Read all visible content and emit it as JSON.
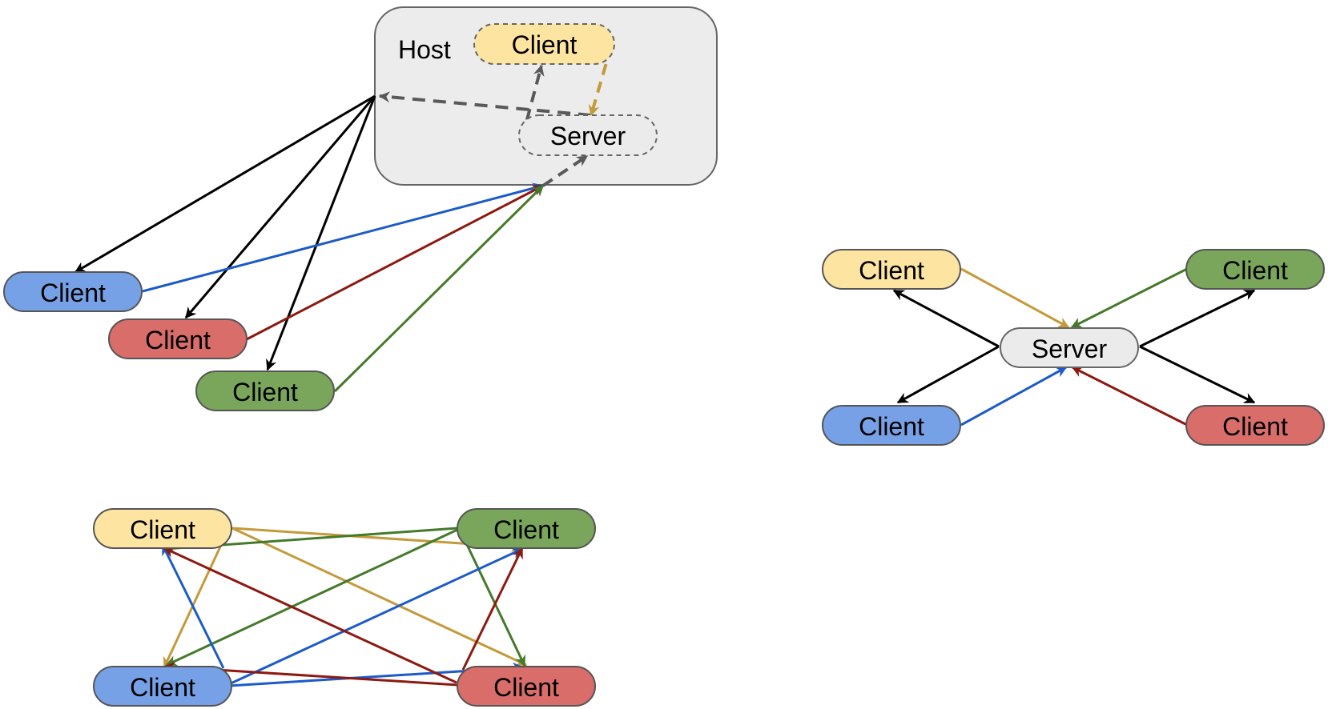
{
  "labels": {
    "host": "Host",
    "client": "Client",
    "server": "Server"
  },
  "colors": {
    "yellow": "#fde4a0",
    "blue": "#77a1e6",
    "red": "#d86d6a",
    "green": "#79a65a",
    "server_fill": "#ebebeb",
    "host_fill": "#ececec",
    "yellow_edge": "#c49a3a",
    "blue_edge": "#1c5bc8",
    "red_edge": "#8c1a12",
    "green_edge": "#457a2b",
    "black_edge": "#000000",
    "gray_edge": "#595959"
  },
  "diagrams": [
    {
      "name": "listen-server",
      "host_label": "Host",
      "nodes": [
        {
          "id": "host-client",
          "label": "Client",
          "color": "yellow",
          "dashed": true
        },
        {
          "id": "host-server",
          "label": "Server",
          "color": "server_fill",
          "dashed": true
        },
        {
          "id": "client-blue",
          "label": "Client",
          "color": "blue"
        },
        {
          "id": "client-red",
          "label": "Client",
          "color": "red"
        },
        {
          "id": "client-green",
          "label": "Client",
          "color": "green"
        }
      ]
    },
    {
      "name": "dedicated-server",
      "nodes": [
        {
          "id": "client-yellow",
          "label": "Client",
          "color": "yellow"
        },
        {
          "id": "client-green",
          "label": "Client",
          "color": "green"
        },
        {
          "id": "server",
          "label": "Server",
          "color": "server_fill"
        },
        {
          "id": "client-blue",
          "label": "Client",
          "color": "blue"
        },
        {
          "id": "client-red",
          "label": "Client",
          "color": "red"
        }
      ]
    },
    {
      "name": "peer-to-peer",
      "nodes": [
        {
          "id": "client-yellow",
          "label": "Client",
          "color": "yellow"
        },
        {
          "id": "client-green",
          "label": "Client",
          "color": "green"
        },
        {
          "id": "client-blue",
          "label": "Client",
          "color": "blue"
        },
        {
          "id": "client-red",
          "label": "Client",
          "color": "red"
        }
      ]
    }
  ]
}
